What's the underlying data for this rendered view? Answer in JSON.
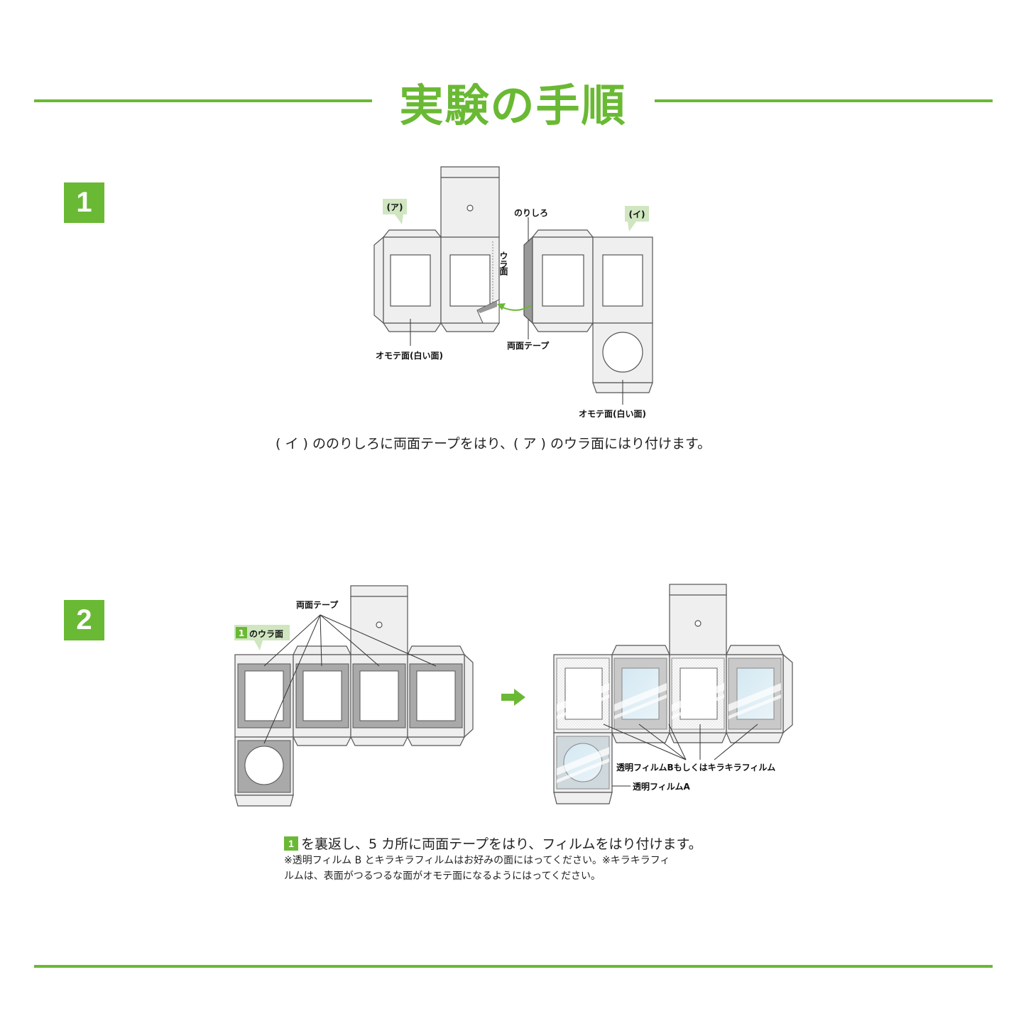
{
  "title": "実験の手順",
  "accent_color": "#6ab934",
  "step1": {
    "number": "1",
    "labels": {
      "a_tag": "(ア)",
      "i_tag": "(イ)",
      "norishiro": "のりしろ",
      "ura1": "ウラ",
      "ura2": "面",
      "omote_left": "オモテ面(白い面)",
      "tape": "両面テープ",
      "omote_right": "オモテ面(白い面)"
    },
    "caption": "( イ ) ののりしろに両面テープをはり、( ア ) のウラ面にはり付けます。"
  },
  "step2": {
    "number": "2",
    "labels": {
      "tape": "両面テープ",
      "ura_badge": "1",
      "ura_text": "のウラ面",
      "film_b": "透明フィルムBもしくはキラキラフィルム",
      "film_a": "透明フィルムA"
    },
    "caption_badge": "1",
    "caption": "を裏返し、5 カ所に両面テープをはり、フィルムをはり付けます。",
    "note_line1": "※透明フィルム B とキラキラフィルムはお好みの面にはってください。※キラキラフィ",
    "note_line2": "ルムは、表面がつるつるな面がオモテ面になるようにはってください。"
  }
}
